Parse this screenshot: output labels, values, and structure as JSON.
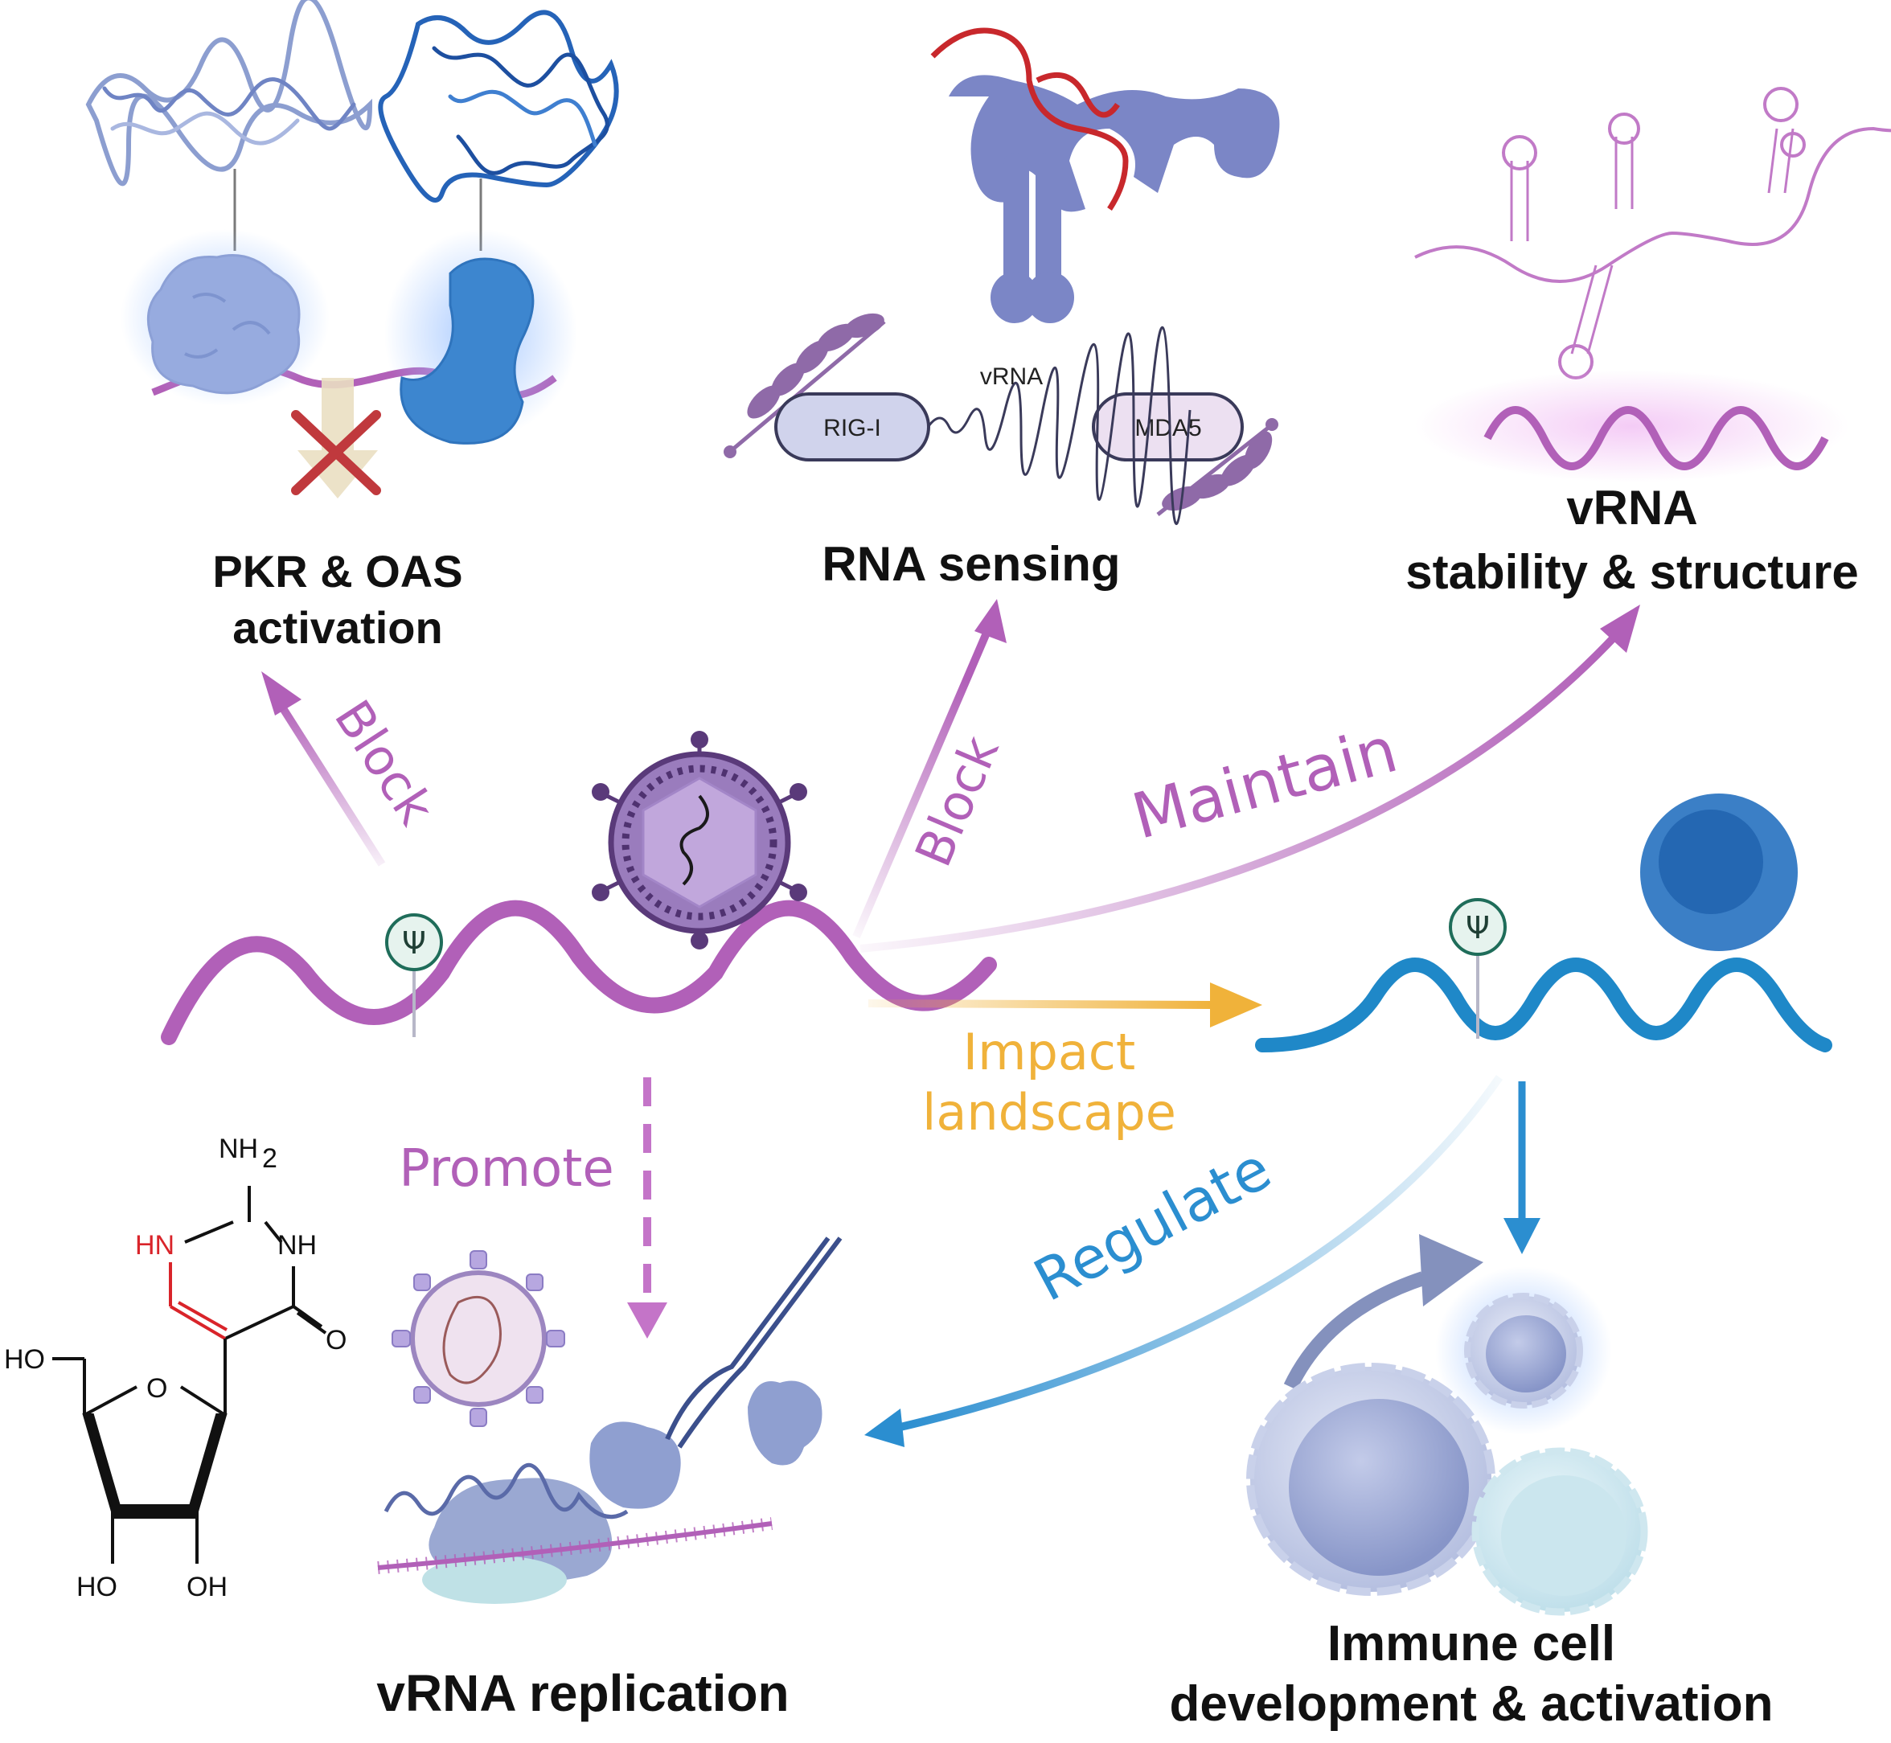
{
  "colors": {
    "viral_rna": "#b160b8",
    "host_rna": "#1f88c8",
    "impact_arrow": "#f0b23a",
    "regulate_arrow": "#2b8ed0",
    "protein_blue": "#2f6fc4",
    "protein_light": "#8fa8da",
    "sensor": "#7b86c6",
    "cross": "#c0393d"
  },
  "titles": {
    "pkr_oas_line1": "PKR & OAS",
    "pkr_oas_line2": "activation",
    "rna_sensing": "RNA sensing",
    "vrna_line1": "vRNA",
    "vrna_line2": "stability & structure",
    "replication": "vRNA replication",
    "immune_line1": "Immune cell",
    "immune_line2": "development & activation"
  },
  "arrows": {
    "block_pkr": "Block",
    "block_sensing": "Block",
    "maintain": "Maintain",
    "impact_line1": "Impact",
    "impact_line2": "landscape",
    "promote": "Promote",
    "regulate": "Regulate"
  },
  "sensing": {
    "vrna_label": "vRNA",
    "rig_i": "RIG-I",
    "mda5": "MDA5"
  },
  "modification_symbol": "Ψ",
  "structure_labels": {
    "nh2": "NH",
    "nh2_sub": "2",
    "hn": "HN",
    "nh": "NH",
    "o": "O",
    "ho_top": "HO",
    "ring_o": "O",
    "ho_bottom": "HO",
    "oh_bottom": "OH"
  },
  "icons": [
    "protein-structure-icon",
    "virus-icon",
    "rna-helicase-icon",
    "ribosome-icon",
    "immune-cell-icon",
    "cross-icon"
  ]
}
